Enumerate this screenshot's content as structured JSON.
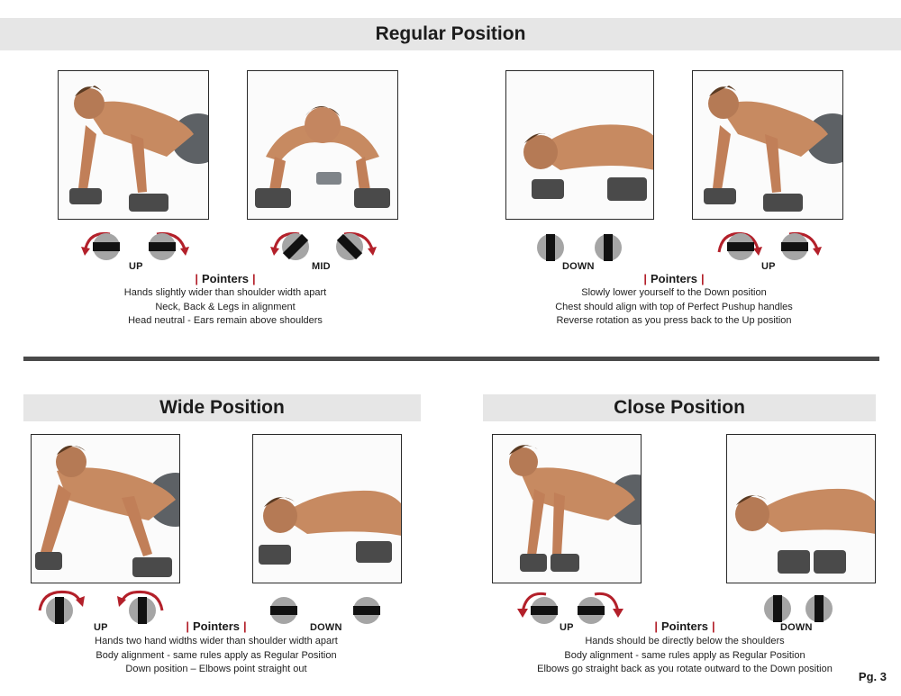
{
  "accent_color": "#b3202a",
  "page_number": "Pg. 3",
  "regular": {
    "title": "Regular Position",
    "left": {
      "labels": [
        "UP",
        "MID"
      ],
      "pointers_title": "Pointers",
      "pointers": [
        "Hands slightly wider than shoulder width apart",
        "Neck, Back & Legs in alignment",
        "Head neutral - Ears remain above shoulders"
      ]
    },
    "right": {
      "labels": [
        "DOWN",
        "UP"
      ],
      "pointers_title": "Pointers",
      "pointers": [
        "Slowly lower yourself to the Down position",
        "Chest should align with top of Perfect Pushup handles",
        "Reverse rotation as you press back to the Up position"
      ]
    }
  },
  "wide": {
    "title": "Wide Position",
    "labels": [
      "UP",
      "DOWN"
    ],
    "pointers_title": "Pointers",
    "pointers": [
      "Hands two hand widths wider than shoulder width apart",
      "Body alignment - same rules apply as Regular Position",
      "Down position – Elbows point straight out"
    ]
  },
  "close": {
    "title": "Close Position",
    "labels": [
      "UP",
      "DOWN"
    ],
    "pointers_title": "Pointers",
    "pointers": [
      "Hands should be directly below the shoulders",
      "Body alignment - same rules apply as Regular Position",
      "Elbows go straight back as you rotate outward to the Down position"
    ]
  }
}
